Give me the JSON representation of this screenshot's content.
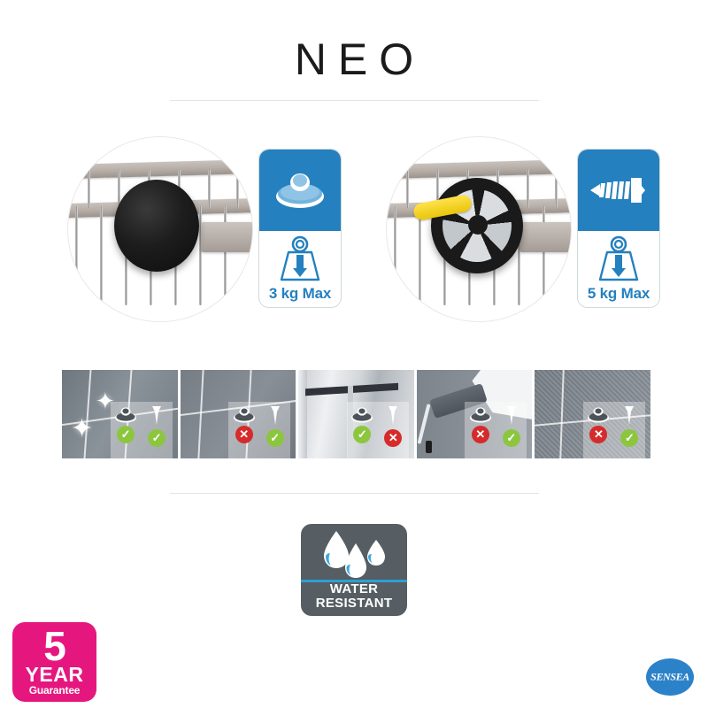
{
  "header": {
    "title": "NEO"
  },
  "features": [
    {
      "id": "suction-mount",
      "photo_alt": "black-suction-cup-disc-on-rack",
      "badge": {
        "icon": "suction-cup-icon",
        "weight_icon": "weight-load-icon",
        "label": "3 kg Max",
        "accent_color": "#2580bf"
      }
    },
    {
      "id": "screw-mount",
      "photo_alt": "black-wheel-bracket-with-yellow-lever",
      "badge": {
        "icon": "screw-icon",
        "weight_icon": "weight-load-icon",
        "label": "5 kg Max",
        "accent_color": "#2580bf"
      }
    }
  ],
  "surfaces": [
    {
      "id": "glossy-tile",
      "surface_name": "glossy-tile",
      "suction": "ok",
      "screw": "ok",
      "suction_mark": "✓",
      "screw_mark": "✓"
    },
    {
      "id": "matte-tile",
      "surface_name": "matte-tile",
      "suction": "no",
      "screw": "ok",
      "suction_mark": "✕",
      "screw_mark": "✓"
    },
    {
      "id": "glass-shower",
      "surface_name": "glass-shower-panel",
      "suction": "ok",
      "screw": "no",
      "suction_mark": "✓",
      "screw_mark": "✕"
    },
    {
      "id": "painted-wall",
      "surface_name": "painted-wall",
      "suction": "no",
      "screw": "ok",
      "suction_mark": "✕",
      "screw_mark": "✓"
    },
    {
      "id": "textured-tile",
      "surface_name": "textured-tile",
      "suction": "no",
      "screw": "ok",
      "suction_mark": "✕",
      "screw_mark": "✓"
    }
  ],
  "water_badge": {
    "line1": "WATER",
    "line2": "RESISTANT",
    "icon": "water-drops-icon",
    "background_color": "#565e63",
    "accent_color": "#2e9fd4"
  },
  "guarantee": {
    "number": "5",
    "unit": "YEAR",
    "subtitle": "Guarantee",
    "background_color": "#e5177f"
  },
  "brand": {
    "name": "SENSEA",
    "color": "#2c82c9"
  }
}
